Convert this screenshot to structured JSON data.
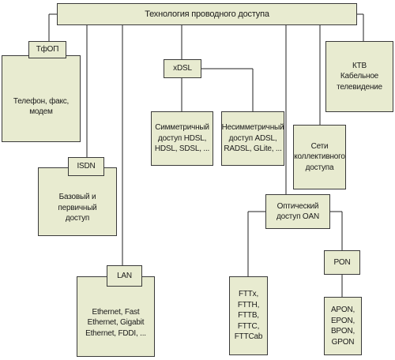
{
  "diagram": {
    "root": "Технология проводного доступа",
    "tfop": {
      "title": "ТфОП",
      "body": "Телефон, факс,\nмодем"
    },
    "isdn": {
      "title": "ISDN",
      "body": "Базовый и первичный\nдоступ"
    },
    "lan": {
      "title": "LAN",
      "body": "Ethernet, Fast\nEthernet, Gigabit\nEthernet, FDDI, ..."
    },
    "xdsl": {
      "title": "xDSL"
    },
    "symmetric": {
      "body": "Симметричный\nдоступ HDSL,\nHDSL, SDSL, ..."
    },
    "asymmetric": {
      "body": "Несимметричный\nдоступ ADSL,\nRADSL, GLite, ..."
    },
    "ktv": {
      "body": "КТВ\nКабельное\nтелевидение"
    },
    "collective": {
      "body": "Сети\nколлективного\nдоступа"
    },
    "optical": {
      "body": "Оптический\nдоступ OAN"
    },
    "fttx": {
      "body": "FTTx,\nFTTH,\nFTTB,\nFTTC,\nFTTCab"
    },
    "pon": {
      "title": "PON",
      "body": "APON,\nEPON,\nBPON,\nGPON"
    }
  },
  "colors": {
    "box_fill": "#e8ebd0",
    "border": "#3a3a3a",
    "line": "#222222"
  }
}
